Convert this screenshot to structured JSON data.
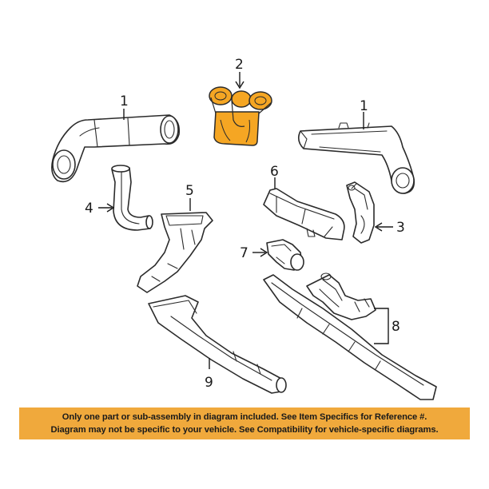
{
  "callouts": {
    "c1_left": "1",
    "c1_right": "1",
    "c2": "2",
    "c3": "3",
    "c4": "4",
    "c5": "5",
    "c6": "6",
    "c7": "7",
    "c8": "8",
    "c9": "9"
  },
  "notice": {
    "line1": "Only one part or sub-assembly in diagram included. See Item Specifics for Reference #.",
    "line2": "Diagram may not be specific to your vehicle. See Compatibility for vehicle-specific diagrams."
  },
  "colors": {
    "highlight_part": "#f5a623",
    "notice_background": "#f0a93c",
    "line": "#2b2b2b"
  }
}
